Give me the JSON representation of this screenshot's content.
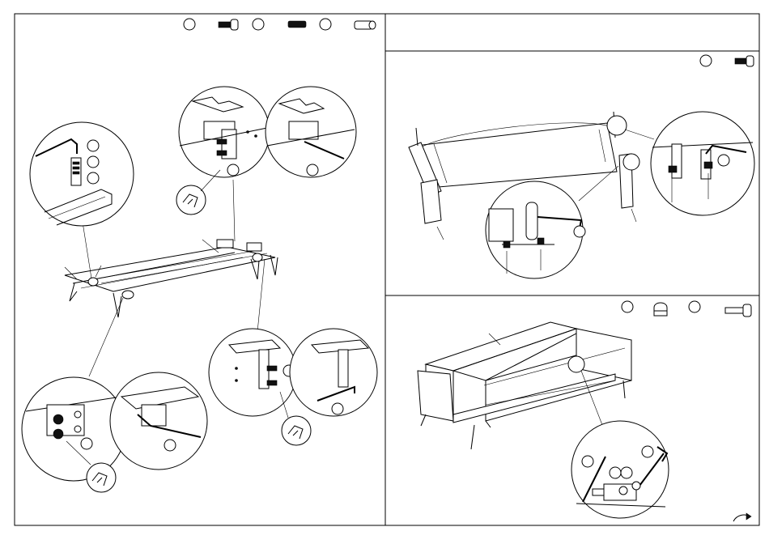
{
  "panels": [
    {
      "id": "left",
      "parts": [
        {
          "icon": "hex-bolt-short-icon",
          "label": ""
        },
        {
          "icon": "threaded-stud-icon",
          "label": ""
        },
        {
          "icon": "barrel-nut-icon",
          "label": ""
        }
      ]
    },
    {
      "id": "top-right",
      "parts": [
        {
          "icon": "hex-bolt-short-icon",
          "label": ""
        }
      ]
    },
    {
      "id": "bottom-right",
      "parts": [
        {
          "icon": "cap-nut-icon",
          "label": ""
        },
        {
          "icon": "long-bolt-icon",
          "label": ""
        }
      ]
    }
  ],
  "next_page_icon": "turn-page-arrow-icon"
}
